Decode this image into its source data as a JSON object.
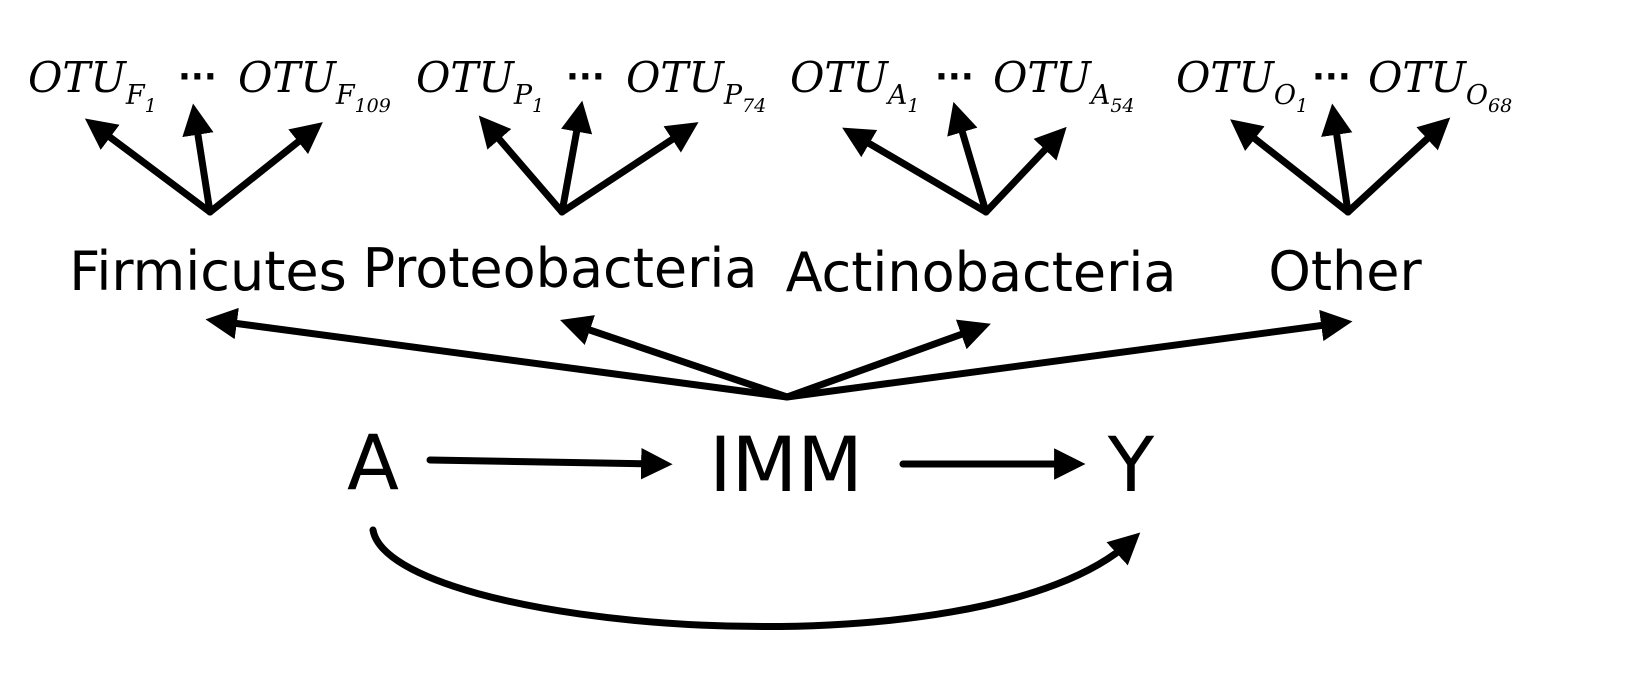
{
  "otu_groups": [
    {
      "id": "F",
      "first": {
        "base": "OTU",
        "sub": "F",
        "subsub": "1"
      },
      "ellipsis": "···",
      "last": {
        "base": "OTU",
        "sub": "F",
        "subsub": "109"
      }
    },
    {
      "id": "P",
      "first": {
        "base": "OTU",
        "sub": "P",
        "subsub": "1"
      },
      "ellipsis": "···",
      "last": {
        "base": "OTU",
        "sub": "P",
        "subsub": "74"
      }
    },
    {
      "id": "A",
      "first": {
        "base": "OTU",
        "sub": "A",
        "subsub": "1"
      },
      "ellipsis": "···",
      "last": {
        "base": "OTU",
        "sub": "A",
        "subsub": "54"
      }
    },
    {
      "id": "O",
      "first": {
        "base": "OTU",
        "sub": "O",
        "subsub": "1"
      },
      "ellipsis": "···",
      "last": {
        "base": "OTU",
        "sub": "O",
        "subsub": "68"
      }
    }
  ],
  "phyla": [
    "Firmicutes",
    "Proteobacteria",
    "Actinobacteria",
    "Other"
  ],
  "nodes": {
    "exposure": "A",
    "mediator": "IMM",
    "outcome": "Y"
  }
}
